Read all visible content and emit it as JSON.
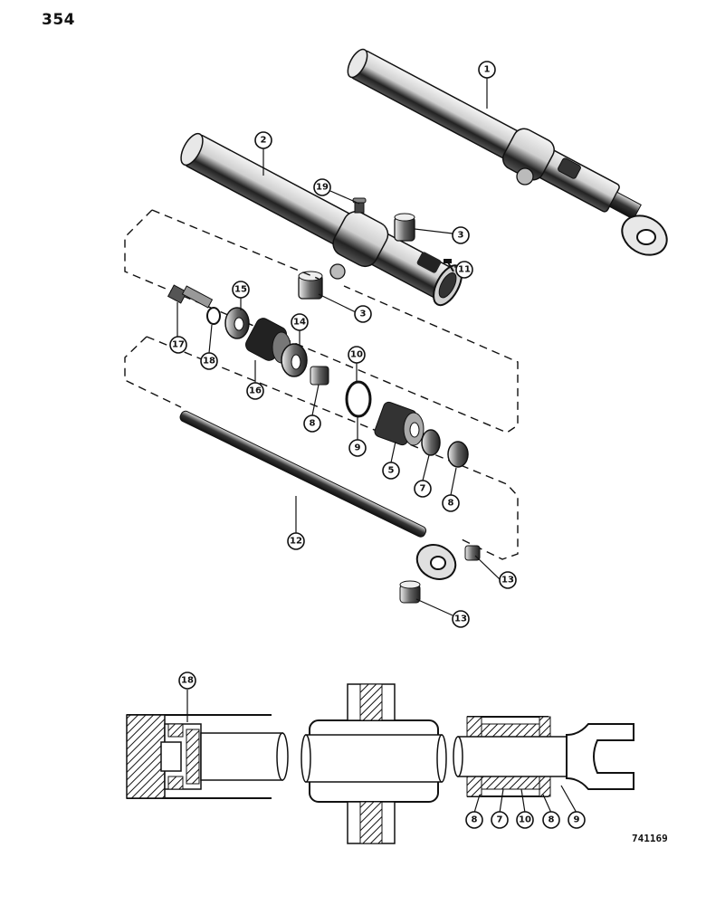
{
  "page_number": "354",
  "figure_code": "741169",
  "callouts": {
    "c1": "1",
    "c2": "2",
    "c3a": "3",
    "c3b": "3",
    "c19": "19",
    "c11": "11",
    "c15": "15",
    "c14": "14",
    "c17": "17",
    "c18": "18",
    "c16": "16",
    "c10": "10",
    "c8a": "8",
    "c9": "9",
    "c5": "5",
    "c7": "7",
    "c8b": "8",
    "c12": "12",
    "c13a": "13",
    "c13b": "13",
    "d18": "18",
    "d8a": "8",
    "d7": "7",
    "d10": "10",
    "d8b": "8",
    "d9": "9"
  }
}
